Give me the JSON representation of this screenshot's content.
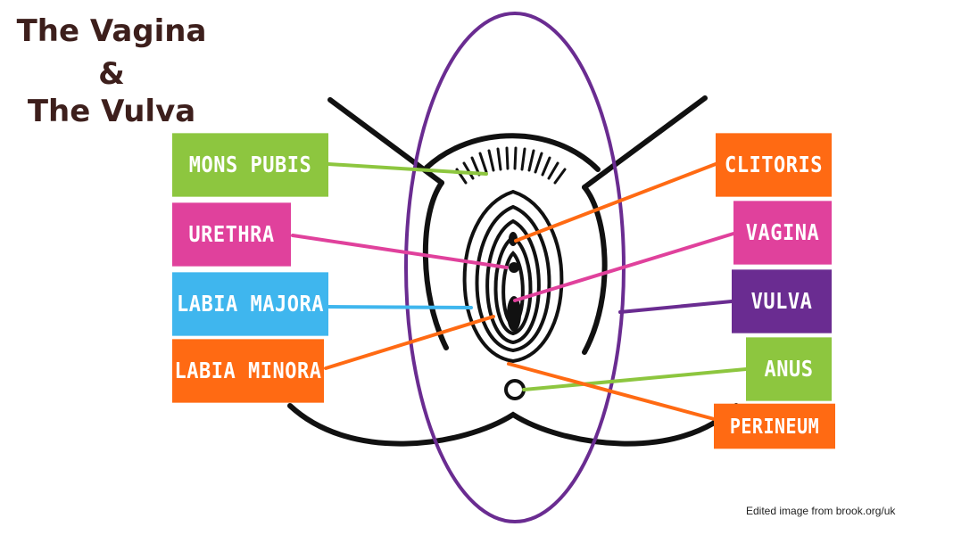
{
  "title": {
    "line1": "The Vagina",
    "line2": "&",
    "line3": "The Vulva"
  },
  "labels": {
    "mons_pubis": "MONS PUBIS",
    "urethra": "URETHRA",
    "labia_majora": "LABIA MAJORA",
    "labia_minora": "LABIA MINORA",
    "clitoris": "CLITORIS",
    "vagina": "VAGINA",
    "vulva": "VULVA",
    "anus": "ANUS",
    "perineum": "PERINEUM"
  },
  "credit": "Edited image from brook.org/uk",
  "colors": {
    "green": "#8dc63f",
    "pink": "#e0419c",
    "blue": "#3fb6ee",
    "orange": "#ff6a13",
    "purple": "#6a2c91",
    "title": "#3d1f1c",
    "outline": "#111111"
  }
}
